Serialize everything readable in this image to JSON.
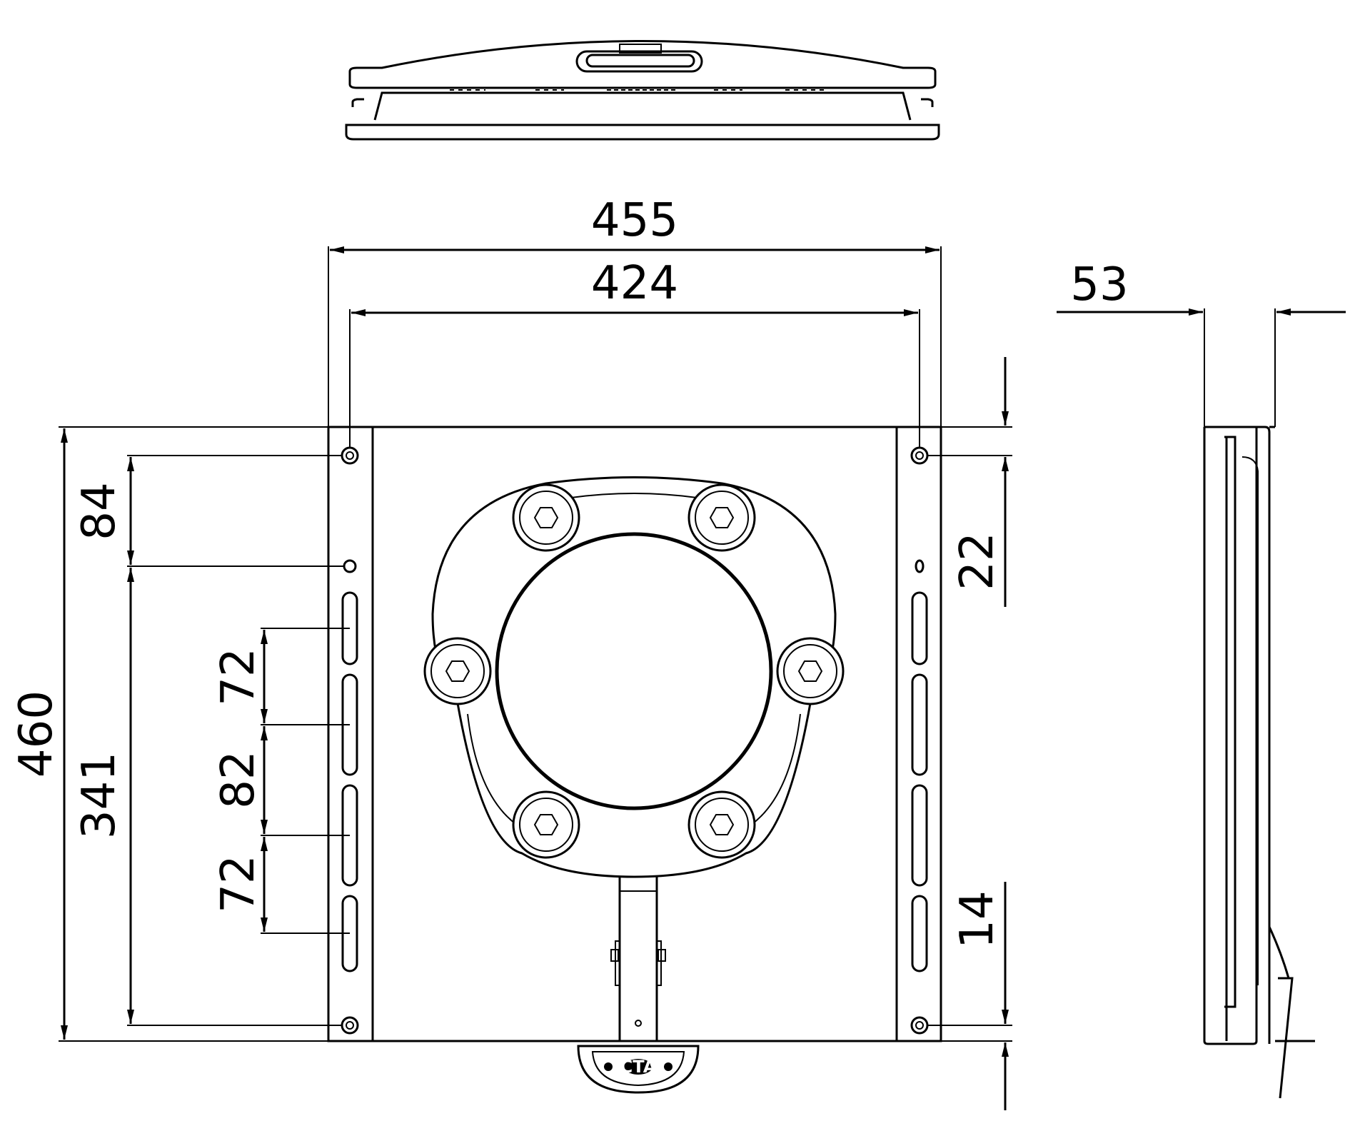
{
  "drawing": {
    "logo_text": "CTA",
    "dimensions": {
      "overall_width": "455",
      "hole_spacing_width": "424",
      "depth": "53",
      "overall_height": "460",
      "top_hole_offset": "84",
      "hole_span": "341",
      "slot_spacing_1": "72",
      "slot_spacing_2": "82",
      "slot_spacing_3": "72",
      "top_margin": "22",
      "bottom_margin": "14"
    }
  }
}
